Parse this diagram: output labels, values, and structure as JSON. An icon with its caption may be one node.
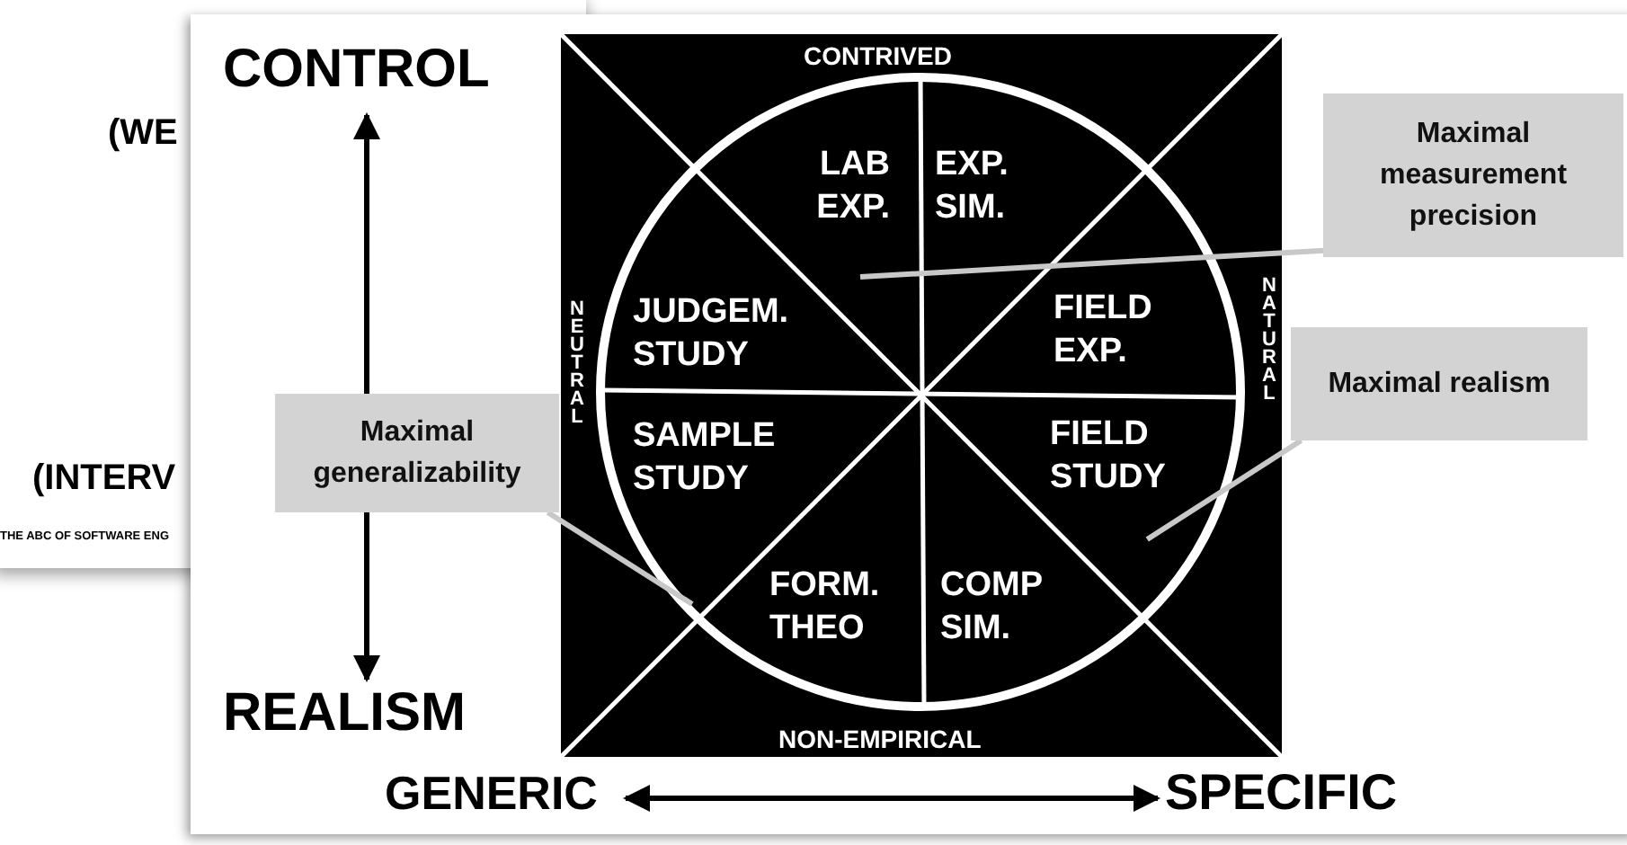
{
  "diagram": {
    "nodes": [
      {
        "text": [
          "LAB EXP."
        ]
      },
      {
        "text": [
          "EXP. SIM."
        ]
      },
      {
        "text": [
          "Maximal measurement precision"
        ]
      },
      {
        "text": [
          "JUDGEM. STUDY"
        ]
      },
      {
        "text": [
          "FIELD EXP."
        ]
      },
      {
        "text": [
          "Maximal realism"
        ]
      },
      {
        "text": [
          "Maximal generalizability"
        ]
      },
      {
        "text": [
          "SAMPLE STUDY"
        ]
      },
      {
        "text": [
          "FIELD STUDY"
        ]
      },
      {
        "text": [
          "FORM. THEO"
        ]
      },
      {
        "text": [
          "COMP SIM."
        ]
      }
    ],
    "edges": [
      {
        "from": 2,
        "to": 0,
        "arrow": "none"
      },
      {
        "from": 5,
        "to": 8,
        "arrow": "none"
      },
      {
        "from": 6,
        "to": null,
        "arrow": "none"
      }
    ],
    "labels": [
      "CONTROL",
      "(WE",
      "CONTRIVED",
      "NEUTRAL",
      "NATURAL",
      "(INTERV",
      "THE ABC OF SOFTWARE ENG",
      "REALISM",
      "NON-EMPIRICAL",
      "GENERIC",
      "SPECIFIC"
    ]
  }
}
